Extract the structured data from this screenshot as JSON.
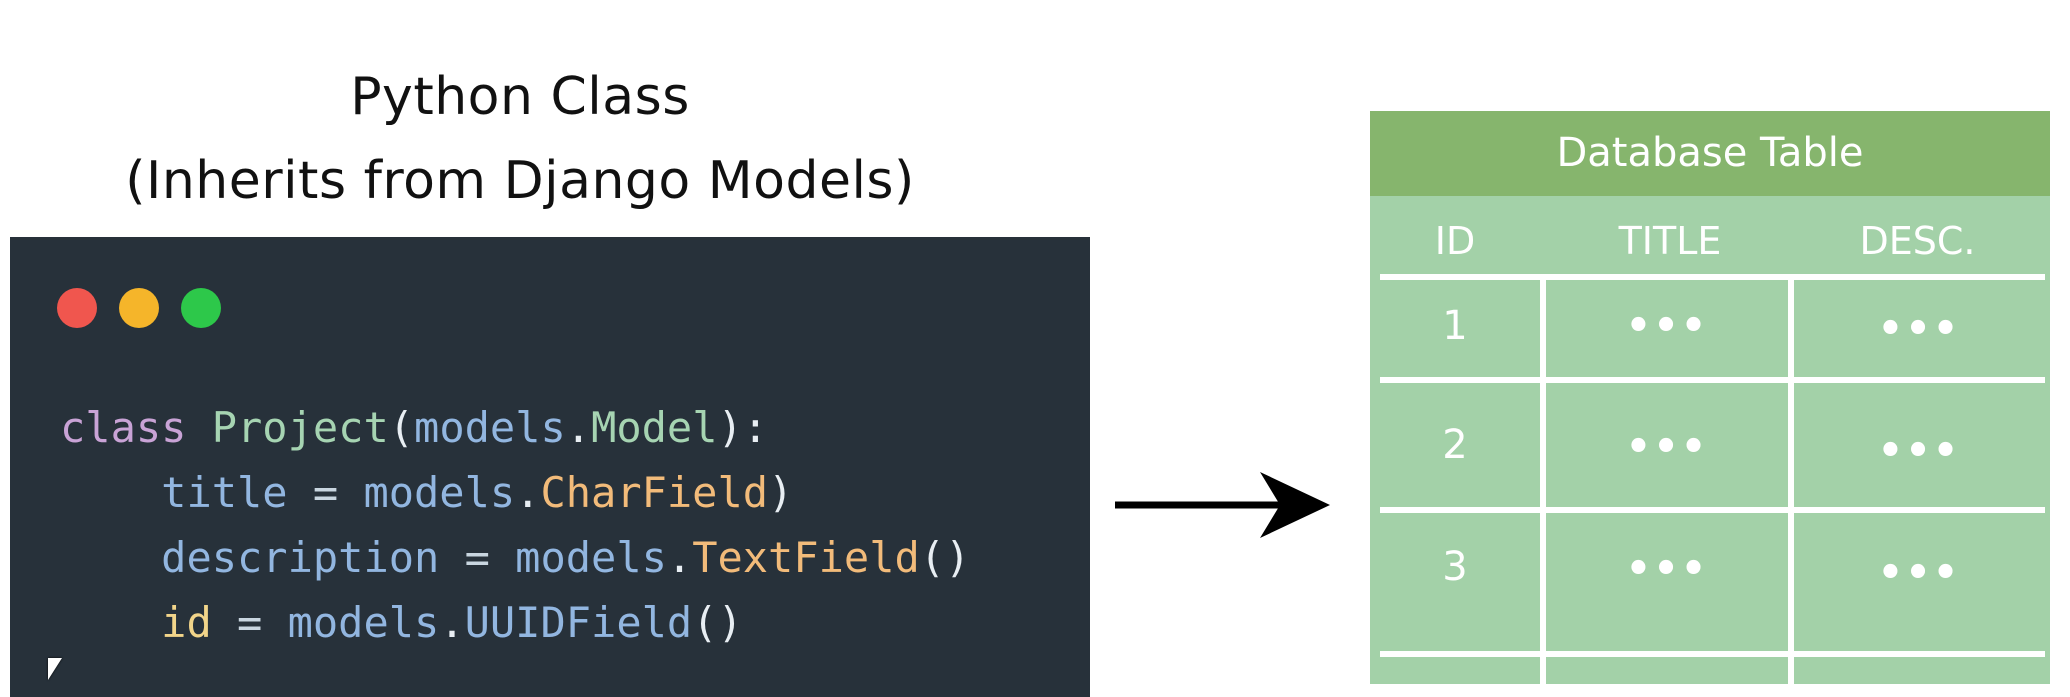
{
  "heading": {
    "line1": "Python Class",
    "line2": "(Inherits from Django Models)"
  },
  "code_window": {
    "dots": [
      "red",
      "yellow",
      "green"
    ],
    "colors": {
      "red": "#f0564e",
      "yellow": "#f5b52a",
      "green": "#2dc84a",
      "background": "#27313a"
    },
    "lines": [
      [
        {
          "t": "class",
          "k": "kw"
        },
        {
          "t": " ",
          "k": "punc"
        },
        {
          "t": "Project",
          "k": "cls"
        },
        {
          "t": "(",
          "k": "punc"
        },
        {
          "t": "models",
          "k": "mod"
        },
        {
          "t": ".",
          "k": "punc"
        },
        {
          "t": "Model",
          "k": "cls"
        },
        {
          "t": "):",
          "k": "punc"
        }
      ],
      [
        {
          "t": "    ",
          "k": "punc"
        },
        {
          "t": "title",
          "k": "var"
        },
        {
          "t": " = ",
          "k": "op"
        },
        {
          "t": "models",
          "k": "mod"
        },
        {
          "t": ".",
          "k": "punc"
        },
        {
          "t": "CharField",
          "k": "attr"
        },
        {
          "t": ")",
          "k": "punc"
        }
      ],
      [
        {
          "t": "    ",
          "k": "punc"
        },
        {
          "t": "description",
          "k": "var"
        },
        {
          "t": " = ",
          "k": "op"
        },
        {
          "t": "models",
          "k": "mod"
        },
        {
          "t": ".",
          "k": "punc"
        },
        {
          "t": "TextField",
          "k": "attr"
        },
        {
          "t": "()",
          "k": "punc"
        }
      ],
      [
        {
          "t": "    ",
          "k": "punc"
        },
        {
          "t": "id",
          "k": "id"
        },
        {
          "t": " = ",
          "k": "op"
        },
        {
          "t": "models",
          "k": "mod"
        },
        {
          "t": ".",
          "k": "punc"
        },
        {
          "t": "UUIDField",
          "k": "mod"
        },
        {
          "t": "()",
          "k": "punc"
        }
      ]
    ]
  },
  "arrow": {
    "icon": "right-arrow-icon"
  },
  "db_table": {
    "title": "Database Table",
    "colors": {
      "header": "#86b56d",
      "body": "#a3d1a8",
      "text": "#ffffff"
    },
    "columns": [
      "ID",
      "TITLE",
      "DESC."
    ],
    "rows": [
      {
        "id": "1",
        "title": "•••",
        "desc": "•••"
      },
      {
        "id": "2",
        "title": "•••",
        "desc": "•••"
      },
      {
        "id": "3",
        "title": "•••",
        "desc": "•••"
      }
    ]
  }
}
